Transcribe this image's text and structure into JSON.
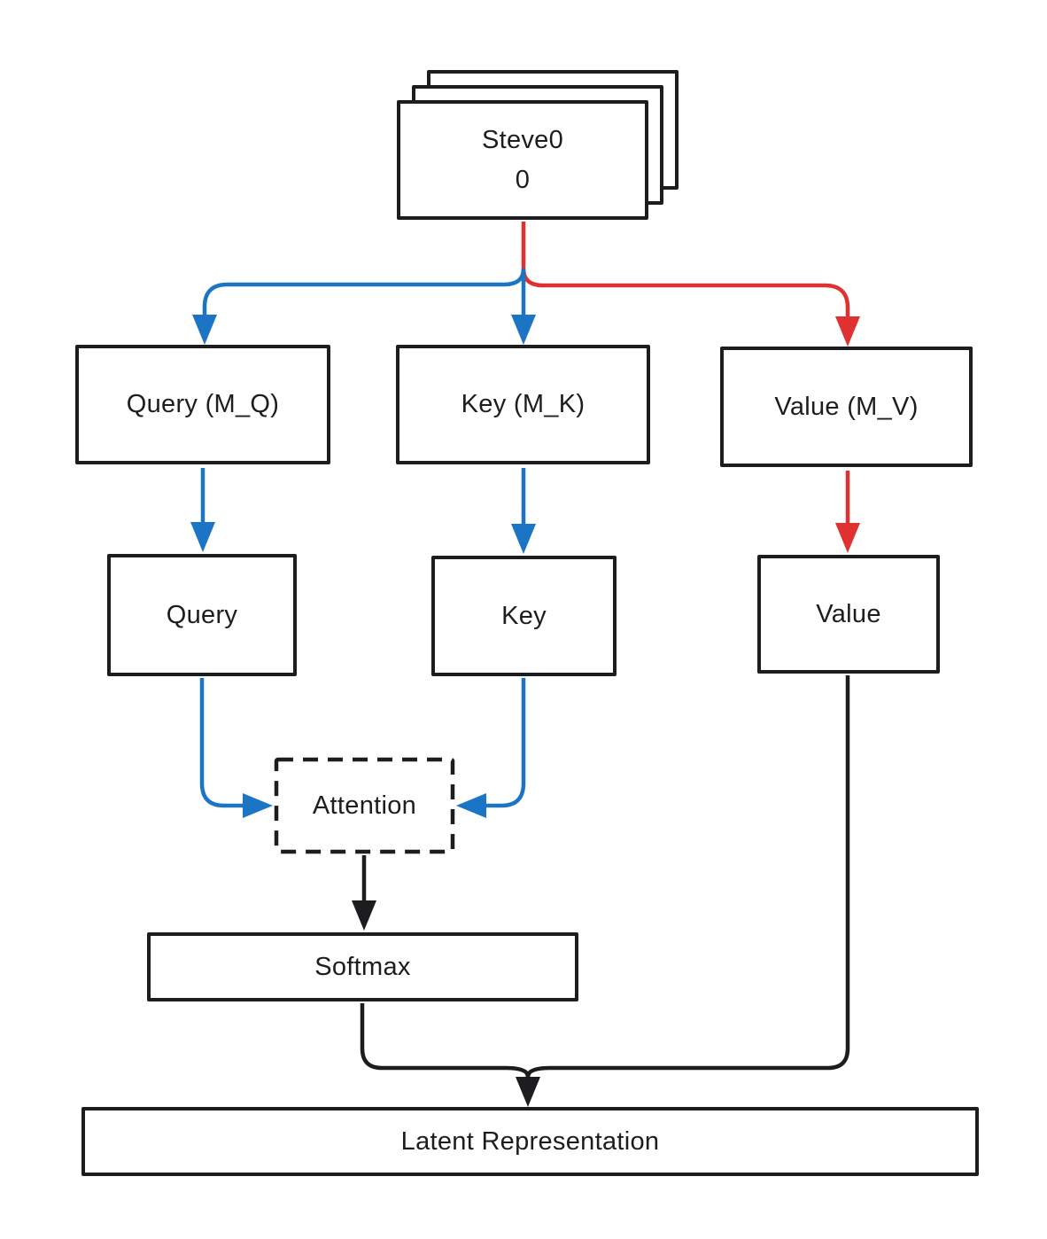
{
  "diagram": {
    "type": "flowchart",
    "nodes": {
      "input_stack": {
        "line1": "Steve0",
        "line2": "0"
      },
      "query_projection": {
        "label": "Query (M_Q)"
      },
      "key_projection": {
        "label": "Key (M_K)"
      },
      "value_projection": {
        "label": "Value (M_V)"
      },
      "query": {
        "label": "Query"
      },
      "key": {
        "label": "Key"
      },
      "value": {
        "label": "Value"
      },
      "attention": {
        "label": "Attention"
      },
      "softmax": {
        "label": "Softmax"
      },
      "latent": {
        "label": "Latent Representation"
      }
    },
    "edges": [
      {
        "from": "input_stack",
        "to": "query_projection",
        "color": "blue"
      },
      {
        "from": "input_stack",
        "to": "key_projection",
        "color": "blue"
      },
      {
        "from": "input_stack",
        "to": "value_projection",
        "color": "red"
      },
      {
        "from": "query_projection",
        "to": "query",
        "color": "blue"
      },
      {
        "from": "key_projection",
        "to": "key",
        "color": "blue"
      },
      {
        "from": "value_projection",
        "to": "value",
        "color": "red"
      },
      {
        "from": "query",
        "to": "attention",
        "color": "blue"
      },
      {
        "from": "key",
        "to": "attention",
        "color": "blue"
      },
      {
        "from": "attention",
        "to": "softmax",
        "color": "black"
      },
      {
        "from": "softmax",
        "to": "latent",
        "color": "black"
      },
      {
        "from": "value",
        "to": "latent",
        "color": "black"
      }
    ],
    "colors": {
      "blue": "#1b74c4",
      "red": "#e03131",
      "ink": "#1d1d1f",
      "bg": "#ffffff"
    }
  }
}
